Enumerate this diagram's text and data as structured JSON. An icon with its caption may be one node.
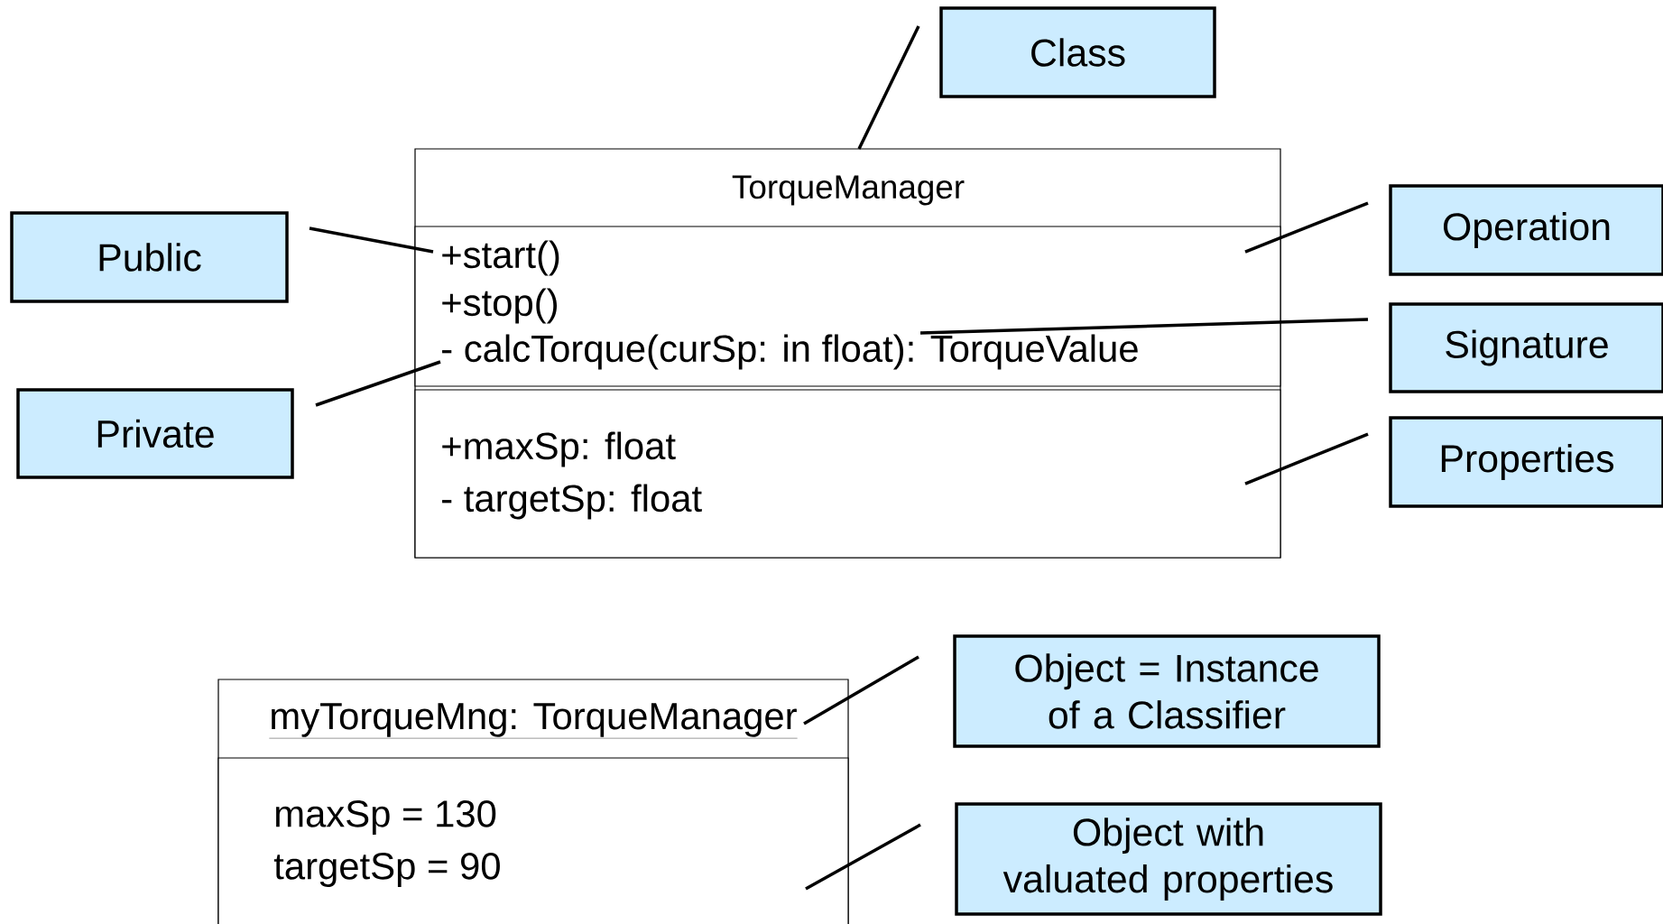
{
  "diagram": {
    "nodes": [
      {
        "text": [
          "Class"
        ]
      },
      {
        "text": [
          "TorqueManager"
        ]
      },
      {
        "text": [
          "+start()",
          "+stop()",
          "- calcTorque(curSp: in float): TorqueValue"
        ],
        "in": 1
      },
      {
        "text": [
          "+maxSp: float",
          "- targetSp: float"
        ],
        "in": 1
      },
      {
        "text": [
          "Public"
        ]
      },
      {
        "text": [
          "Private"
        ]
      },
      {
        "text": [
          "Operation"
        ]
      },
      {
        "text": [
          "Signature"
        ]
      },
      {
        "text": [
          "Properties"
        ]
      },
      {
        "text": [
          "myTorqueMng: TorqueManager"
        ]
      },
      {
        "text": [
          "maxSp = 130",
          "targetSp = 90"
        ],
        "in": 9
      },
      {
        "text": [
          "Object = Instance of a Classifier"
        ]
      },
      {
        "text": [
          "Object with valuated properties"
        ]
      }
    ],
    "edges": [
      {
        "from": 0,
        "to": 1,
        "arrow": "none"
      },
      {
        "from": 4,
        "to": 2,
        "arrow": "none"
      },
      {
        "from": 5,
        "to": 2,
        "arrow": "none"
      },
      {
        "from": 6,
        "to": 2,
        "arrow": "none"
      },
      {
        "from": 7,
        "to": 2,
        "arrow": "none"
      },
      {
        "from": 8,
        "to": 3,
        "arrow": "none"
      },
      {
        "from": 11,
        "to": 9,
        "arrow": "none"
      },
      {
        "from": 12,
        "to": 10,
        "arrow": "none"
      }
    ]
  }
}
